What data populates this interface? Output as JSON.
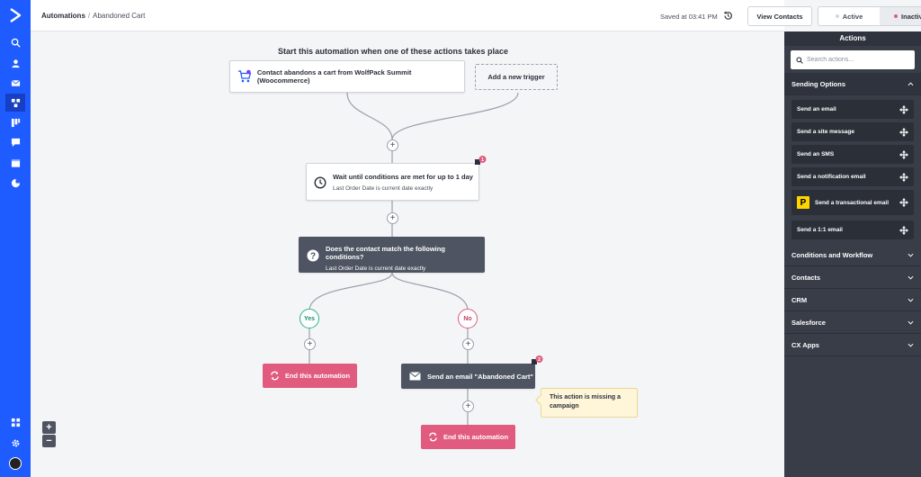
{
  "header": {
    "breadcrumb_root": "Automations",
    "breadcrumb_sep": "/",
    "breadcrumb_current": "Abandoned Cart",
    "saved_text": "Saved at 03:41 PM",
    "view_contacts": "View Contacts",
    "status_active": "Active",
    "status_inactive": "Inactive",
    "selected_status": "Inactive",
    "active_color": "#d6d8dd",
    "inactive_color": "#e05b7d"
  },
  "canvas": {
    "title": "Start this automation when one of these actions takes place",
    "trigger": "Contact abandons a cart from WolfPack Summit (Woocommerce)",
    "add_trigger": "Add a new trigger",
    "wait_title": "Wait until conditions are met for up to 1 day",
    "wait_sub": "Last Order Date is current date exactly",
    "cond_title": "Does the contact match the following conditions?",
    "cond_sub": "Last Order Date is current date exactly",
    "yes_label": "Yes",
    "no_label": "No",
    "end_label": "End this automation",
    "send_email": "Send an email \"Abandoned Cart\"",
    "tooltip": "This action is missing a campaign",
    "plus": "+",
    "zoom_in": "+",
    "zoom_out": "−",
    "wait_badge": "1",
    "email_badge": "2"
  },
  "panel": {
    "title": "Actions",
    "search_placeholder": "Search actions...",
    "sections": [
      {
        "label": "Sending Options",
        "open": true
      },
      {
        "label": "Conditions and Workflow",
        "open": false
      },
      {
        "label": "Contacts",
        "open": false
      },
      {
        "label": "CRM",
        "open": false
      },
      {
        "label": "Salesforce",
        "open": false
      },
      {
        "label": "CX Apps",
        "open": false
      }
    ],
    "actions": [
      "Send an email",
      "Send a site message",
      "Send an SMS",
      "Send a notification email",
      "Send a transactional email",
      "Send a 1:1 email"
    ],
    "transactional_tag": "P"
  },
  "colors": {
    "nav": "#1f5cff",
    "pink": "#e05b7d",
    "dark_card": "#4e5461",
    "panel": "#393d48"
  }
}
